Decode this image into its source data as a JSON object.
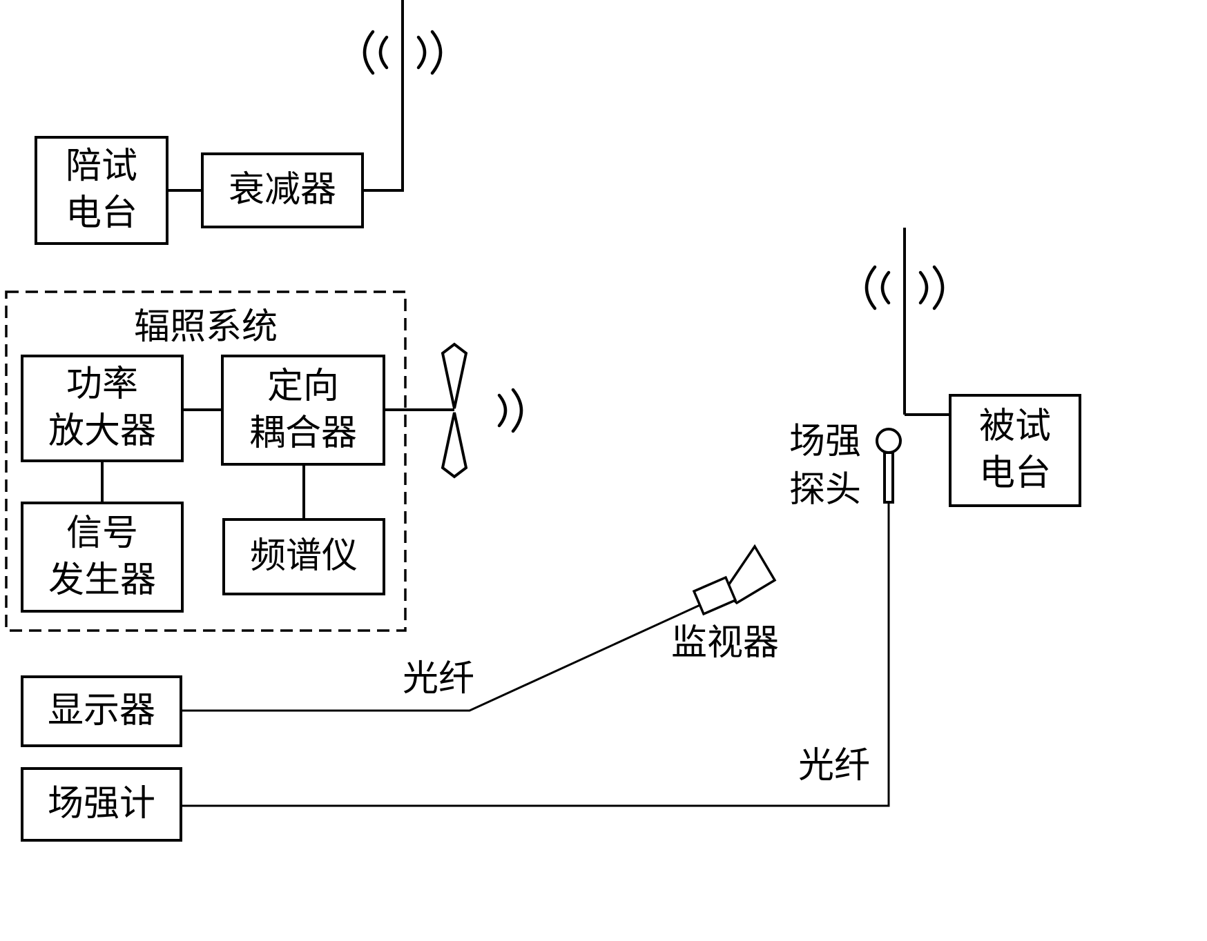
{
  "boxes": {
    "companion_radio": "陪试\n电台",
    "attenuator": "衰减器",
    "power_amplifier": "功率\n放大器",
    "directional_coupler": "定向\n耦合器",
    "signal_generator": "信号\n发生器",
    "spectrum_analyzer": "频谱仪",
    "radio_under_test": "被试\n电台",
    "display": "显示器",
    "field_strength_meter": "场强计"
  },
  "labels": {
    "irradiation_system": "辐照系统",
    "fiber_monitor": "光纤",
    "monitor": "监视器",
    "field_probe": "场强\n探头",
    "fiber_meter": "光纤"
  },
  "colors": {
    "line": "#000000",
    "background": "#ffffff"
  }
}
